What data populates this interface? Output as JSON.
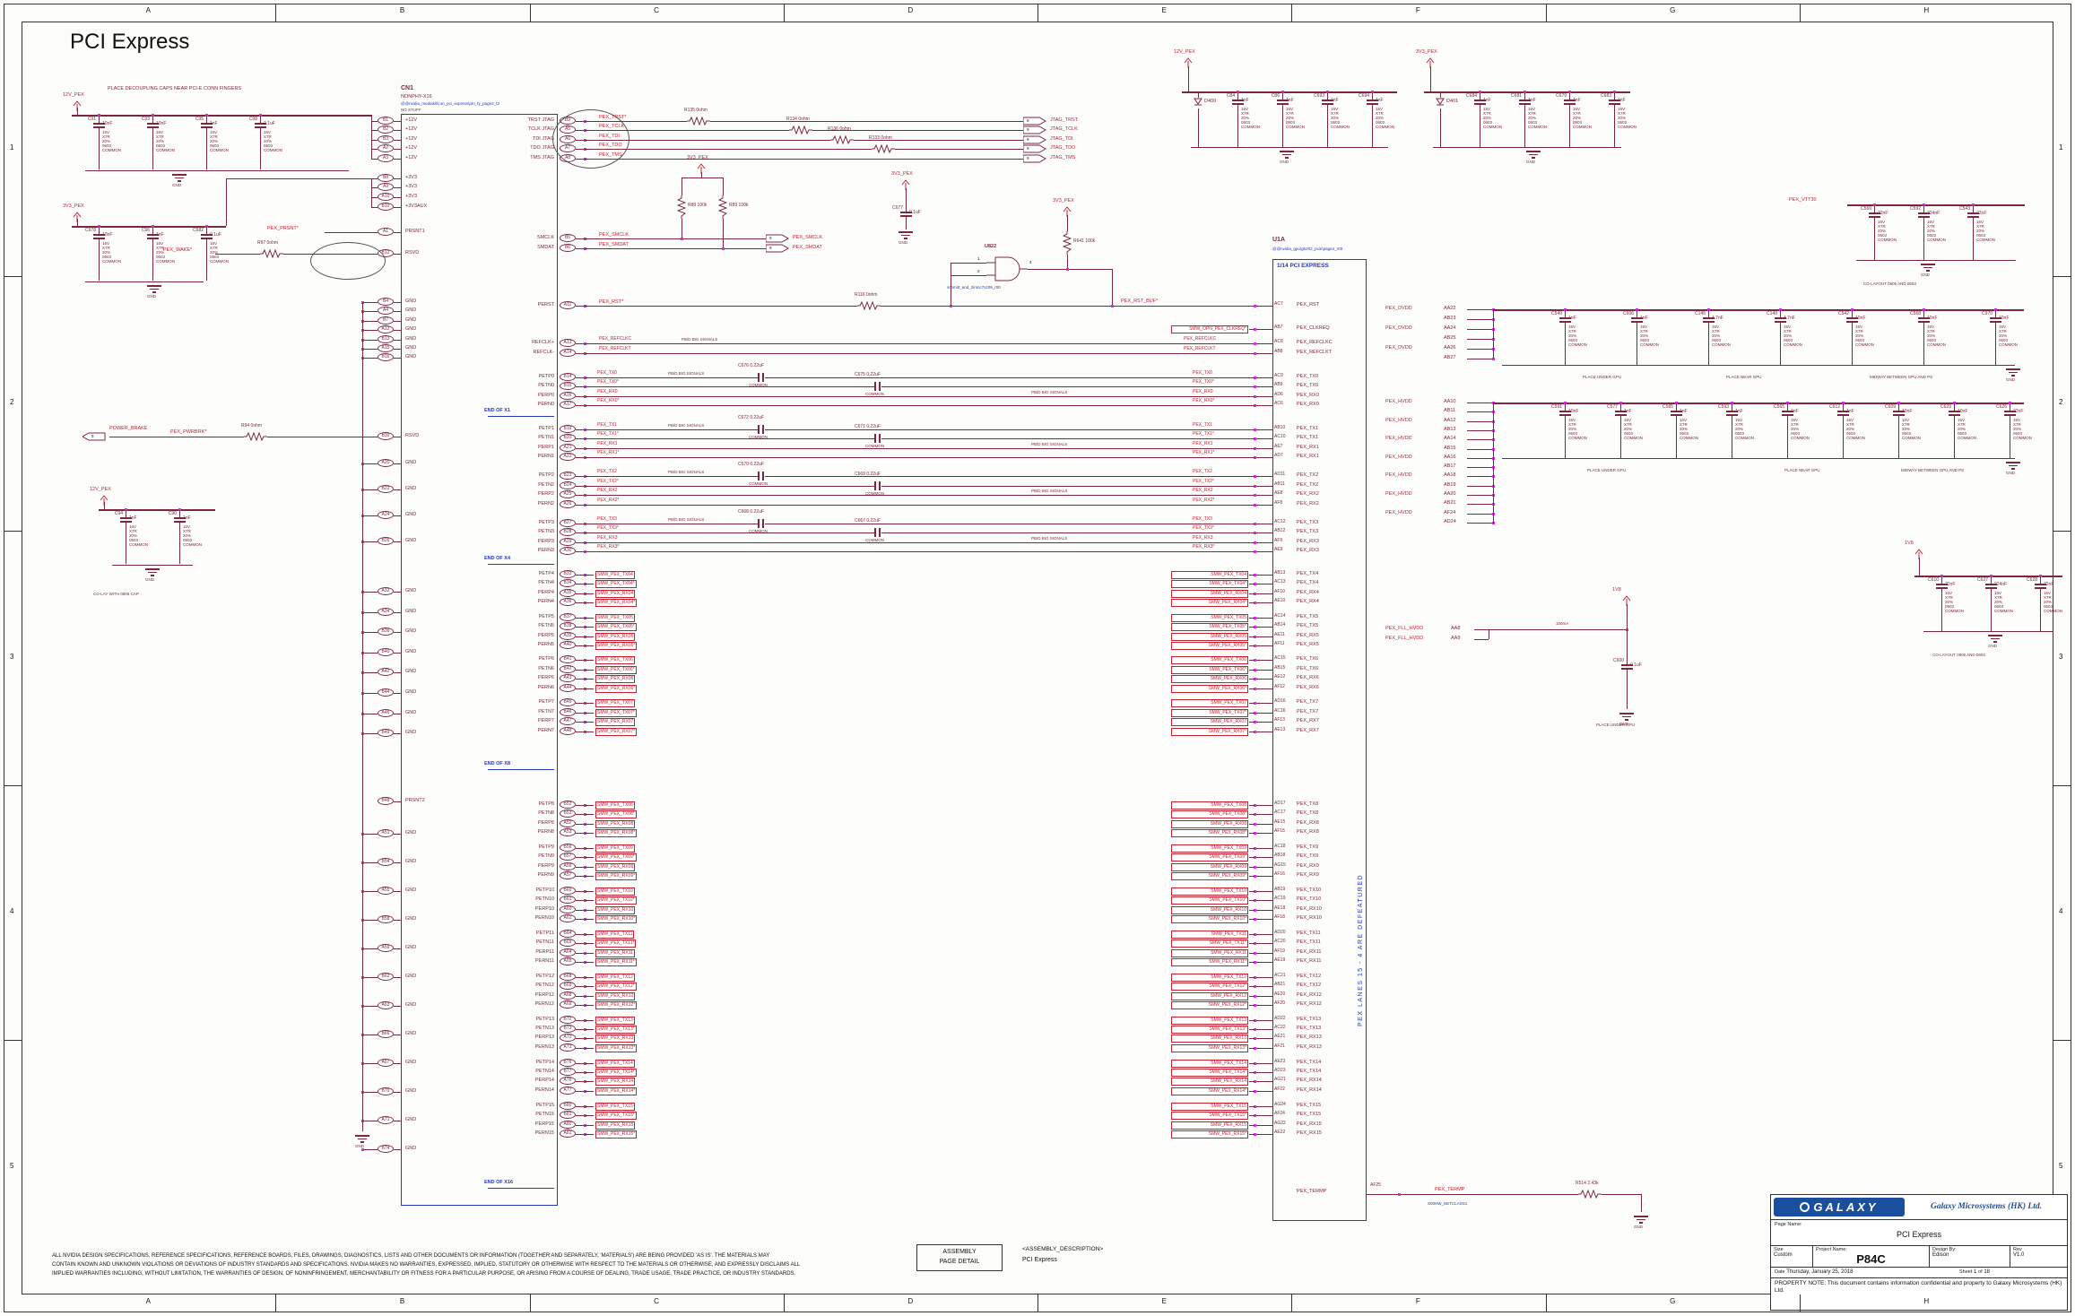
{
  "title": "PCI Express",
  "frame": {
    "cols": [
      "A",
      "B",
      "C",
      "D",
      "E",
      "F",
      "G",
      "H"
    ],
    "rows": [
      "1",
      "2",
      "3",
      "4",
      "5"
    ]
  },
  "legal": [
    "ALL NVIDIA DESIGN SPECIFICATIONS, REFERENCE SPECIFICATIONS, REFERENCE BOARDS, FILES, DRAWINGS, DIAGNOSTICS, LISTS AND OTHER DOCUMENTS OR INFORMATION (TOGETHER AND SEPARATELY, 'MATERIALS') ARE BEING PROVIDED 'AS IS'. THE MATERIALS MAY",
    "CONTAIN KNOWN AND UNKNOWN VIOLATIONS OR DEVIATIONS OF INDUSTRY STANDARDS AND SPECIFICATIONS. NVIDIA MAKES NO WARRANTIES, EXPRESSED, IMPLIED, STATUTORY OR OTHERWISE WITH RESPECT TO THE MATERIALS OR OTHERWISE, AND EXPRESSLY DISCLAIMS ALL",
    "IMPLIED WARRANTIES INCLUDING, WITHOUT LIMITATION, THE WARRANTIES OF DESIGN, OF NONINFRINGEMENT, MERCHANTABILITY OR FITNESS FOR A PARTICULAR PURPOSE, OR ARISING FROM A COURSE OF DEALING, TRADE USAGE, TRADE PRACTICE, OR INDUSTRY STANDARDS."
  ],
  "assembly": {
    "line1": "ASSEMBLY",
    "line2": "PAGE DETAIL",
    "desc_tag": "<ASSEMBLY_DESCRIPTION>",
    "desc_val": "PCI Express"
  },
  "titleblock": {
    "logo": "GALAXY",
    "company": "Galaxy Microsystems (HK) Ltd.",
    "page_name_label": "Page Name:",
    "page_name": "PCI Express",
    "size_label": "Size",
    "size": "Custom",
    "project_label": "Project Name:",
    "project": "P84C",
    "design_label": "Design By:",
    "designer": "Edison",
    "rev_label": "Rev",
    "rev": "V1.0",
    "date_label": "Date",
    "date": "Thursday, January 25, 2018",
    "sheet_label": "Sheet",
    "sheet": "1",
    "of_label": "of",
    "sheets_total": "18",
    "property_note": "PROPERTY NOTE: This document contains information confidential and property to Galaxy Microsystems (HK) Ltd."
  },
  "notes": {
    "decap": "PLACE DECOUPLING CAPS NEAR PCI-E CONN FINGERS",
    "colay_cap": "CO-LAY WITH 0805 CAP",
    "colayout": "CO-LAYOUT 0805 AND 0603",
    "under_gpu": "PLACE UNDER GPU",
    "near_gpu": "PLACE NEAR GPU",
    "midway": "MIDWAY BETWEEN GPU AND PS",
    "defeatured": "PEX LANES 15 - 4 ARE DEFEATURED",
    "no_stuff": "NO STUFF",
    "common": "COMMON",
    "gnd": "GND",
    "current_fll": "100mA",
    "sig_class": "PB/D BIG SIGNALS"
  },
  "cap_detail": [
    "16V",
    "X7R",
    "20%",
    "0603",
    "COMMON"
  ],
  "rails": {
    "p12": "12V_PEX",
    "p3v3": "3V3_PEX",
    "v18": "1V8",
    "vtt": "PEX_VTT30"
  },
  "cn1": {
    "ref": "CN1",
    "part": "NONPHY-X16",
    "lib": "@@nvidia_mediakit\\con_pci_express\\pm_ty_page2_t2",
    "sections": [
      "END OF X1",
      "END OF X4",
      "END OF X8",
      "END OF X16"
    ],
    "left_groups": [
      {
        "net": "+12V",
        "pins": [
          "B1",
          "B2",
          "B3",
          "A2",
          "A3"
        ]
      },
      {
        "net": "+3V3",
        "pins": [
          "B8",
          "A9",
          "A10"
        ]
      },
      {
        "net": "+3V3AUX",
        "pins": [
          "B10"
        ]
      },
      {
        "net": "PRSNT1",
        "pins": [
          "A1"
        ]
      },
      {
        "net": "RSVD",
        "pins": [
          "B12"
        ]
      },
      {
        "net": "GND",
        "pins": [
          "B4",
          "A4",
          "B7",
          "A12",
          "B13",
          "A15",
          "B16"
        ]
      },
      {
        "net": "RSVD",
        "pins": [
          "B30"
        ]
      },
      {
        "net": "GND",
        "pins": [
          "A20",
          "B22",
          "A24",
          "B26"
        ]
      },
      {
        "net": "GND",
        "pins": [
          "A32",
          "A34",
          "B36",
          "B40",
          "A42",
          "B44",
          "A46",
          "B49"
        ]
      },
      {
        "net": "PRSNT2",
        "pins": [
          "B48"
        ]
      },
      {
        "net": "GND",
        "pins": [
          "A51",
          "B54",
          "A55",
          "B58",
          "A59",
          "B62",
          "A63",
          "B66",
          "A67",
          "B70",
          "A71",
          "B74"
        ]
      }
    ],
    "jtag_rows": [
      {
        "p": "B9",
        "n": "TRST JTAG"
      },
      {
        "p": "A5",
        "n": "TCLK JTAG"
      },
      {
        "p": "A6",
        "n": "TDI JTAG"
      },
      {
        "p": "A7",
        "n": "TDO JTAG"
      },
      {
        "p": "A8",
        "n": "TMS JTAG"
      }
    ],
    "smb_rows": [
      {
        "p": "B5",
        "n": "SMCLK"
      },
      {
        "p": "B6",
        "n": "SMDAT"
      }
    ],
    "perst_row": {
      "p": "A11",
      "n": "PERST"
    },
    "refclk_rows": [
      {
        "p": "A13",
        "n": "REFCLK+"
      },
      {
        "p": "A14",
        "n": "REFCLK-"
      }
    ]
  },
  "jtag": {
    "sheet": "9",
    "rows": [
      {
        "res": "R135",
        "val": "0ohm",
        "sig": "JTAG_TRST",
        "net": "PEX_TRST*"
      },
      {
        "res": "R134",
        "val": "0ohm",
        "sig": "JTAG_TCLK",
        "net": "PEX_TCLK"
      },
      {
        "res": "R136",
        "val": "0ohm",
        "sig": "JTAG_TDI",
        "net": "PEX_TDI"
      },
      {
        "res": "R133",
        "val": "0ohm",
        "sig": "JTAG_TDO",
        "net": "PEX_TDO"
      },
      {
        "res": null,
        "val": "",
        "sig": "JTAG_TMS",
        "net": "PEX_TMS"
      }
    ]
  },
  "smbus": {
    "sheet": "9",
    "nets": [
      "PEX_SMCLK",
      "PEX_SMDAT"
    ],
    "pullups": [
      {
        "r": "R88",
        "v": "100k"
      },
      {
        "r": "R89",
        "v": "100k"
      }
    ]
  },
  "perst": {
    "net": "PEX_RST*",
    "series": {
      "r": "R116",
      "v": "0ohm"
    },
    "buf": "PEX_RST_BUF*",
    "pull": {
      "r": "R641",
      "v": "100k"
    },
    "cap": {
      "r": "C677",
      "v": "0.1uF"
    },
    "gate": {
      "ref": "U822",
      "part": "schmitt_and_2in\\nc7sz08_r00",
      "in1": "1",
      "in2": "2",
      "out": "4"
    },
    "clkreq_tag": "SMW_OPN_PEX_CLKREQ*"
  },
  "refclk_nets": [
    "PEX_REFCLKC",
    "PEX_REFCLKT"
  ],
  "left_misc": {
    "prsnt_net": "PEX_PRSNT*",
    "wake": {
      "r": "R97",
      "v": "0ohm",
      "net": "PEX_WAKE*"
    },
    "brake": {
      "tag": "POWER_BRAKE",
      "sheet": "9",
      "r": "R94",
      "v": "0ohm",
      "net": "PEX_PWRBRK*"
    }
  },
  "u1a": {
    "ref": "U1A",
    "part": "@@nvidia_gpu\\gb202_pcie\\page4_r00",
    "header": "1/14 PCI EXPRESS",
    "rst": {
      "p": "AC7",
      "n": "PEX_RST"
    },
    "clkreq": {
      "p": "AB7",
      "n": "PEX_CLKREQ"
    },
    "refclk": [
      {
        "p": "AC8",
        "n": "PEX_REFCLKC"
      },
      {
        "p": "AB8",
        "n": "PEX_REFCLKT"
      }
    ],
    "termp": {
      "p": "AF25",
      "n": "PEX_TERMP",
      "net": "PEX_TERMP",
      "netclass": "S00HW_NETCLASS1",
      "res": {
        "r": "R514",
        "v": "2.43k"
      }
    },
    "tag_tx": "SMW_PEX_TX",
    "tag_rx": "SMW_PEX_RX"
  },
  "lanes": [
    {
      "n": 0,
      "pet": [
        "B14",
        "B15"
      ],
      "per": [
        "A16",
        "A17"
      ],
      "caps": [
        "C676",
        "C675"
      ],
      "capval": "0.22uF",
      "utx": [
        "AC9",
        "AB9"
      ],
      "urx": [
        "AD6",
        "AC6"
      ]
    },
    {
      "n": 1,
      "pet": [
        "B19",
        "B20"
      ],
      "per": [
        "A21",
        "A22"
      ],
      "caps": [
        "C672",
        "C671"
      ],
      "capval": "0.22uF",
      "utx": [
        "AB10",
        "AC10"
      ],
      "urx": [
        "AE7",
        "AD7"
      ]
    },
    {
      "n": 2,
      "pet": [
        "B23",
        "B24"
      ],
      "per": [
        "A25",
        "A26"
      ],
      "caps": [
        "C670",
        "C669"
      ],
      "capval": "0.22uF",
      "utx": [
        "AD11",
        "AB11"
      ],
      "urx": [
        "AE8",
        "AF8"
      ]
    },
    {
      "n": 3,
      "pet": [
        "B27",
        "B28"
      ],
      "per": [
        "A29",
        "A30"
      ],
      "caps": [
        "C668",
        "C667"
      ],
      "capval": "0.22uF",
      "utx": [
        "AC12",
        "AB12"
      ],
      "urx": [
        "AF9",
        "AE9"
      ]
    },
    {
      "n": 4,
      "pet": [
        "B33",
        "B34"
      ],
      "per": [
        "A35",
        "A36"
      ],
      "utx": [
        "AB13",
        "AC13"
      ],
      "urx": [
        "AF10",
        "AE10"
      ]
    },
    {
      "n": 5,
      "pet": [
        "B37",
        "B38"
      ],
      "per": [
        "A39",
        "A40"
      ],
      "utx": [
        "AC14",
        "AB14"
      ],
      "urx": [
        "AE11",
        "AF11"
      ]
    },
    {
      "n": 6,
      "pet": [
        "B41",
        "B42"
      ],
      "per": [
        "A43",
        "A44"
      ],
      "utx": [
        "AC15",
        "AB15"
      ],
      "urx": [
        "AE12",
        "AF12"
      ]
    },
    {
      "n": 7,
      "pet": [
        "B45",
        "B46"
      ],
      "per": [
        "A47",
        "A48"
      ],
      "utx": [
        "AD16",
        "AC16"
      ],
      "urx": [
        "AF13",
        "AE13"
      ]
    },
    {
      "n": 8,
      "pet": [
        "B52",
        "B53"
      ],
      "per": [
        "A52",
        "A53"
      ],
      "utx": [
        "AD17",
        "AC17"
      ],
      "urx": [
        "AE15",
        "AF15"
      ]
    },
    {
      "n": 9,
      "pet": [
        "B56",
        "B57"
      ],
      "per": [
        "A56",
        "A57"
      ],
      "utx": [
        "AC18",
        "AB18"
      ],
      "urx": [
        "AG15",
        "AF16"
      ]
    },
    {
      "n": 10,
      "pet": [
        "B60",
        "B61"
      ],
      "per": [
        "A60",
        "A61"
      ],
      "utx": [
        "AB19",
        "AC19"
      ],
      "urx": [
        "AE18",
        "AF18"
      ]
    },
    {
      "n": 11,
      "pet": [
        "B64",
        "B65"
      ],
      "per": [
        "A64",
        "A65"
      ],
      "utx": [
        "AD20",
        "AC20"
      ],
      "urx": [
        "AF19",
        "AE19"
      ]
    },
    {
      "n": 12,
      "pet": [
        "B68",
        "B69"
      ],
      "per": [
        "A68",
        "A69"
      ],
      "utx": [
        "AC21",
        "AB21"
      ],
      "urx": [
        "AE20",
        "AF20"
      ]
    },
    {
      "n": 13,
      "pet": [
        "B72",
        "B73"
      ],
      "per": [
        "A72",
        "A73"
      ],
      "utx": [
        "AD22",
        "AC22"
      ],
      "urx": [
        "AE21",
        "AF21"
      ]
    },
    {
      "n": 14,
      "pet": [
        "B76",
        "B77"
      ],
      "per": [
        "A76",
        "A77"
      ],
      "utx": [
        "AE23",
        "AD23"
      ],
      "urx": [
        "AG21",
        "AF22"
      ]
    },
    {
      "n": 15,
      "pet": [
        "B80",
        "B81"
      ],
      "per": [
        "A80",
        "A81"
      ],
      "utx": [
        "AG24",
        "AF24"
      ],
      "urx": [
        "AG22",
        "AE22"
      ]
    }
  ],
  "banks": {
    "conn_12v": {
      "rail": "12V_PEX",
      "caps": [
        {
          "r": "C91",
          "v": "10nF"
        },
        {
          "r": "C93",
          "v": "10nF"
        },
        {
          "r": "C95",
          "v": "1nF"
        },
        {
          "r": "C98",
          "v": "0.1uF"
        }
      ]
    },
    "conn_3v3": {
      "rail": "3V3_PEX",
      "caps": [
        {
          "r": "C678",
          "v": "10nF"
        },
        {
          "r": "C96",
          "v": "1nF"
        },
        {
          "r": "C682",
          "v": "0.1uF"
        }
      ]
    },
    "conn_12v2": {
      "rail": "12V_PEX",
      "caps": [
        {
          "r": "C94",
          "v": "1nF"
        },
        {
          "r": "C90",
          "v": "1nF"
        }
      ]
    },
    "p12": {
      "rail": "12V_PEX",
      "diode": "D400",
      "caps": [
        {
          "r": "C84",
          "v": "1nF"
        },
        {
          "r": "C86",
          "v": "1nF"
        },
        {
          "r": "C693",
          "v": "1nF"
        },
        {
          "r": "C694",
          "v": "1nF"
        }
      ]
    },
    "p3v3": {
      "rail": "3V3_PEX",
      "diode": "D401",
      "caps": [
        {
          "r": "C684",
          "v": "1nF"
        },
        {
          "r": "C681",
          "v": "1nF"
        },
        {
          "r": "C679",
          "v": "1nF"
        },
        {
          "r": "C683",
          "v": "1nF"
        }
      ]
    },
    "vtt": {
      "rail": "PEX_VTT30",
      "caps": [
        {
          "r": "C569",
          "v": "22nF"
        },
        {
          "r": "C592",
          "v": "224nF"
        },
        {
          "r": "C543",
          "v": "22nF"
        }
      ]
    },
    "v18": {
      "rail": "1V8",
      "caps": [
        {
          "r": "C610",
          "v": "22nF"
        },
        {
          "r": "C627",
          "v": "224nF"
        },
        {
          "r": "C628",
          "v": "22nF"
        }
      ]
    },
    "dvdd": {
      "net": "PEX_DVDD",
      "pins": [
        "AA22",
        "AB23",
        "AA24",
        "AB25",
        "AA26",
        "AB27"
      ],
      "caps": [
        {
          "r": "C549",
          "v": "1nF"
        },
        {
          "r": "C606",
          "v": "1nF"
        },
        {
          "r": "C145",
          "v": "4.7nF"
        },
        {
          "r": "C149",
          "v": "4.7nF"
        },
        {
          "r": "C542",
          "v": "10nF"
        },
        {
          "r": "C568",
          "v": "10nF"
        },
        {
          "r": "C970",
          "v": "10nF"
        }
      ]
    },
    "hvdd": {
      "net": "PEX_HVDD",
      "pins": [
        "AA10",
        "AB11",
        "AA12",
        "AB13",
        "AA14",
        "AB15",
        "AA16",
        "AB17",
        "AA18",
        "AB19",
        "AA20",
        "AB21",
        "AF24",
        "AD24"
      ],
      "caps": [
        {
          "r": "C591",
          "v": "10nF"
        },
        {
          "r": "C577",
          "v": "1nF"
        },
        {
          "r": "C585",
          "v": "1nF"
        },
        {
          "r": "C593",
          "v": "1nF"
        },
        {
          "r": "C565",
          "v": "1nF"
        },
        {
          "r": "C612",
          "v": "1nF"
        },
        {
          "r": "C609",
          "v": "10nF"
        },
        {
          "r": "C629",
          "v": "10nF"
        },
        {
          "r": "C626",
          "v": "22nF"
        }
      ]
    },
    "fll": {
      "net": "PEX_FLL_HVDD",
      "pins": [
        "AA8",
        "AA9"
      ],
      "cap": {
        "r": "C600",
        "v": "0.1uF"
      }
    }
  }
}
